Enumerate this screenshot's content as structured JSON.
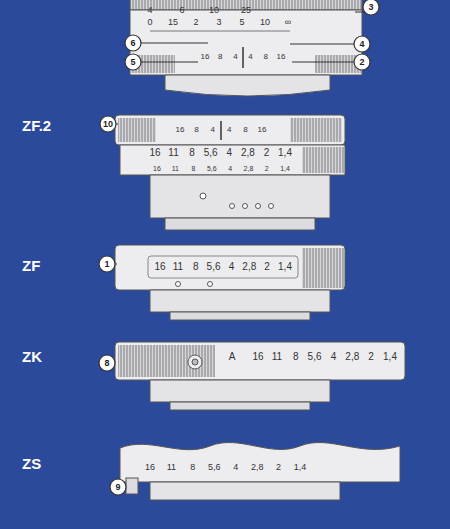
{
  "diagram": {
    "labels": [
      "4",
      "6",
      "10",
      "25",
      "0",
      "15",
      "2",
      "3",
      "5",
      "10",
      "∞",
      "3",
      "6",
      "4",
      "5",
      "2",
      "16",
      "8",
      "4",
      "4",
      "8",
      "16",
      "ZF.2",
      "10",
      "16",
      "8",
      "4",
      "4",
      "8",
      "16",
      "16",
      "11",
      "8",
      "5,6",
      "4",
      "2,8",
      "2",
      "1,4",
      "16",
      "11",
      "8",
      "5,6",
      "4",
      "2,8",
      "2",
      "1,4",
      "ZF",
      "1",
      "16",
      "11",
      "8",
      "5,6",
      "4",
      "2,8",
      "2",
      "1,4",
      "ZK",
      "8",
      "A",
      "16",
      "11",
      "8",
      "5,6",
      "4",
      "2,8",
      "2",
      "1,4",
      "ZS",
      "9",
      "16",
      "11",
      "8",
      "5,6",
      "4",
      "2,8",
      "2",
      "1,4"
    ]
  }
}
